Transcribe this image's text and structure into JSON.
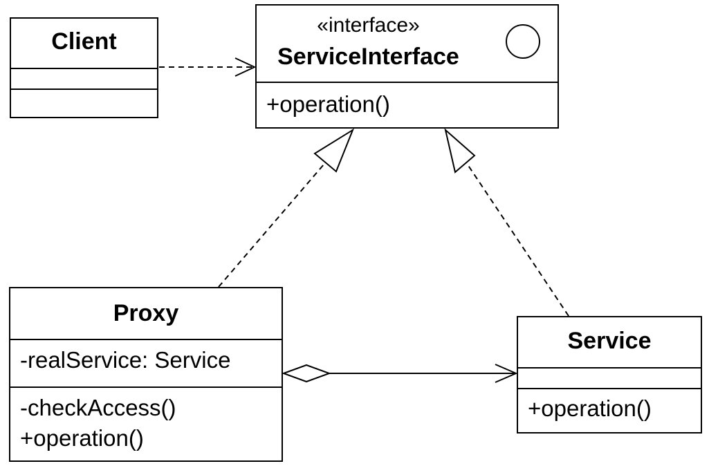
{
  "client": {
    "name": "Client"
  },
  "service_interface": {
    "stereotype": "«interface»",
    "name": "ServiceInterface",
    "icon": "interface-circle-icon",
    "methods": [
      "+operation()"
    ]
  },
  "proxy": {
    "name": "Proxy",
    "attributes": [
      "-realService: Service"
    ],
    "methods": [
      "-checkAccess()",
      "+operation()"
    ]
  },
  "service": {
    "name": "Service",
    "methods": [
      "+operation()"
    ]
  },
  "relationships": [
    {
      "from": "Client",
      "to": "ServiceInterface",
      "type": "dependency"
    },
    {
      "from": "Proxy",
      "to": "ServiceInterface",
      "type": "realization"
    },
    {
      "from": "Service",
      "to": "ServiceInterface",
      "type": "realization"
    },
    {
      "from": "Proxy",
      "to": "Service",
      "type": "aggregation"
    }
  ]
}
